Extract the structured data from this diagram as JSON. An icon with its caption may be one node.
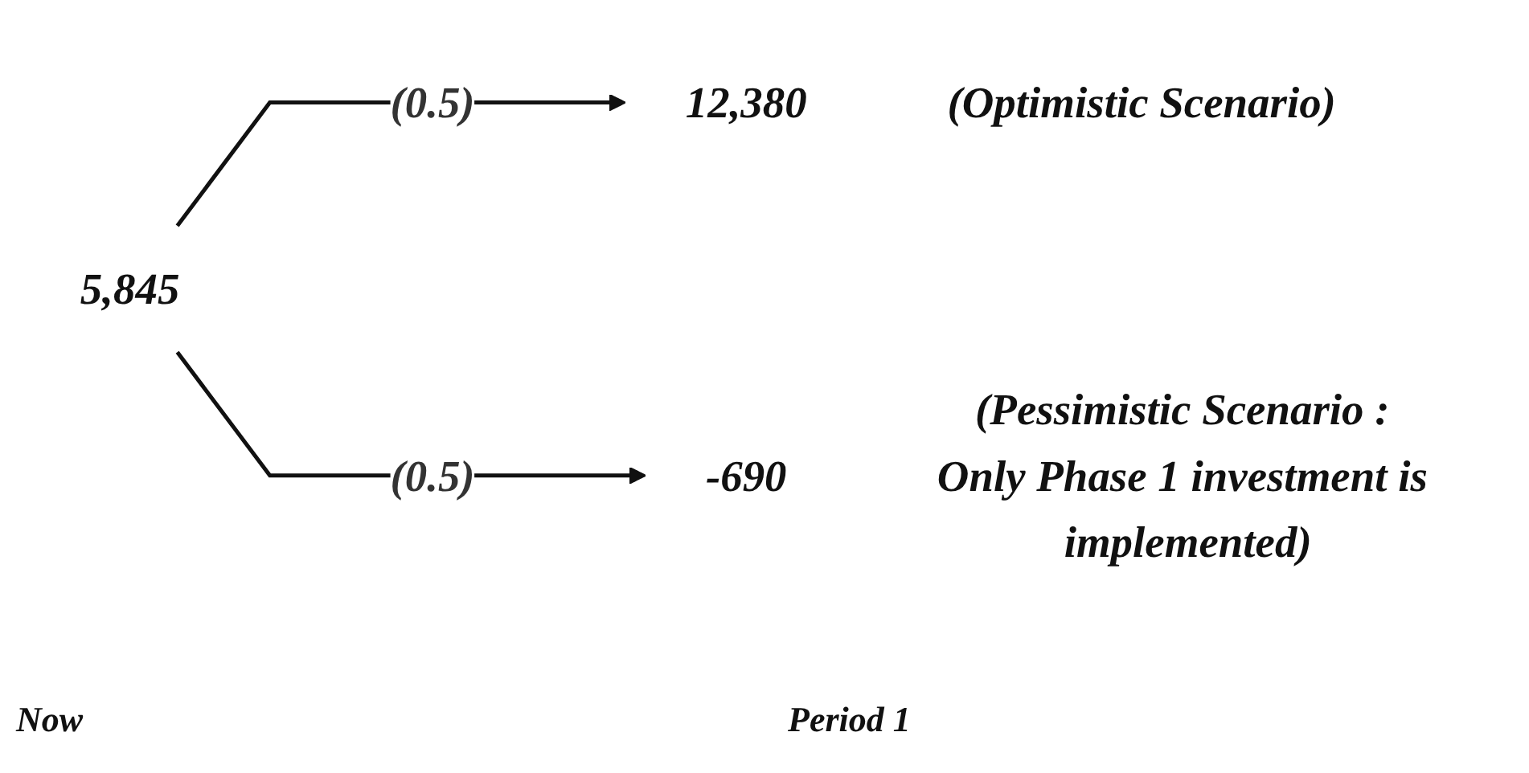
{
  "diagram": {
    "nodes": [
      {
        "text": [
          "5,845"
        ]
      },
      {
        "text": [
          "12,380"
        ],
        "beside": [
          "(Optimistic Scenario)"
        ]
      },
      {
        "text": [
          "-690"
        ],
        "beside": [
          "(Pessimistic Scenario : Only Phase 1 investment is implemented)"
        ]
      }
    ],
    "edges": [
      {
        "from": 0,
        "to": 1,
        "label": "(0.5)",
        "arrow": "to"
      },
      {
        "from": 0,
        "to": 2,
        "label": "(0.5)",
        "arrow": "to"
      }
    ],
    "labels": [
      "Now",
      "Period 1"
    ]
  }
}
